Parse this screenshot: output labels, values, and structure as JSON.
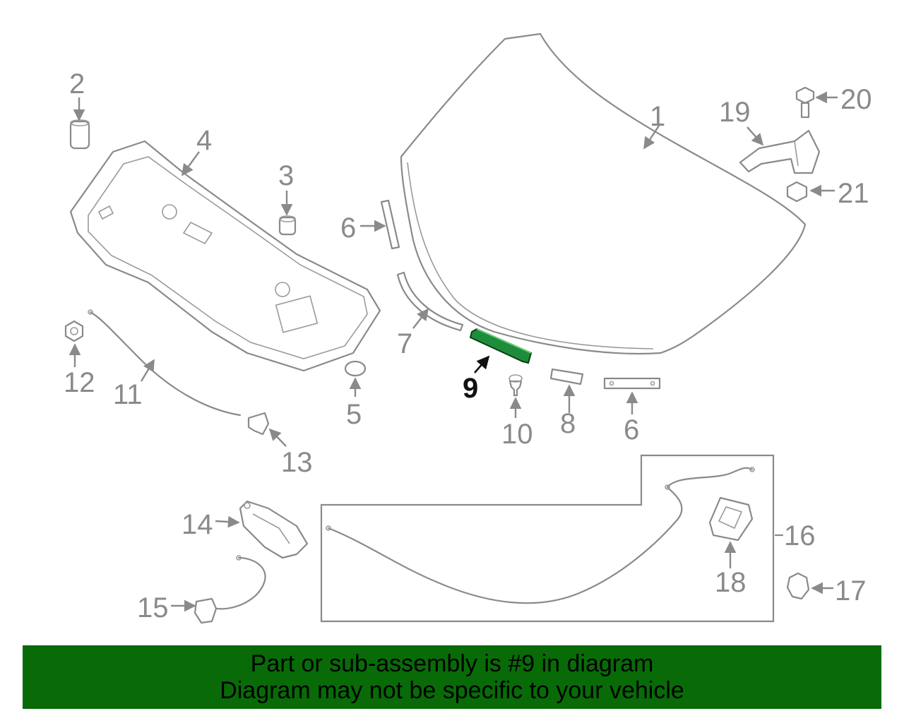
{
  "callouts": {
    "c1": "1",
    "c2": "2",
    "c3": "3",
    "c4": "4",
    "c5": "5",
    "c6a": "6",
    "c6b": "6",
    "c7": "7",
    "c8": "8",
    "c9": "9",
    "c10": "10",
    "c11": "11",
    "c12": "12",
    "c13": "13",
    "c14": "14",
    "c15": "15",
    "c16": "16",
    "c17": "17",
    "c18": "18",
    "c19": "19",
    "c20": "20",
    "c21": "21"
  },
  "highlight": {
    "part_number": "9",
    "color": "#1e8c3a"
  },
  "banner": {
    "line1": "Part or sub-assembly is #9 in diagram",
    "line2": "Diagram may not be specific to your vehicle",
    "background": "#086b08"
  }
}
